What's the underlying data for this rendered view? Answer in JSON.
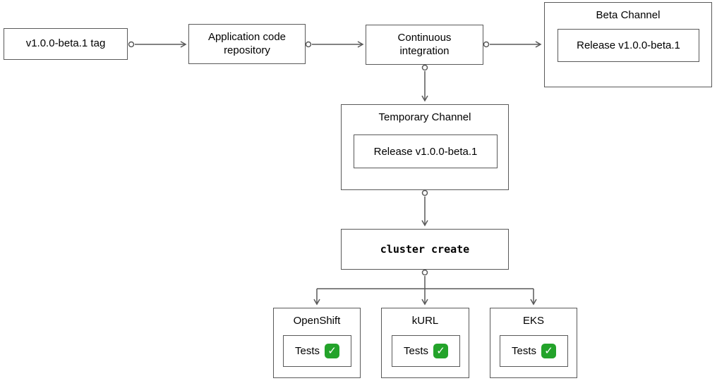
{
  "diagram": {
    "nodes": {
      "tag": {
        "label": "v1.0.0-beta.1 tag"
      },
      "repo": {
        "label": "Application code repository"
      },
      "ci": {
        "label": "Continuous integration"
      },
      "beta_channel": {
        "title": "Beta Channel",
        "release_label": "Release v1.0.0-beta.1"
      },
      "temporary_channel": {
        "title": "Temporary Channel",
        "release_label": "Release v1.0.0-beta.1"
      },
      "cluster_create": {
        "label": "cluster create"
      }
    },
    "test_nodes": [
      {
        "title": "OpenShift",
        "tests_label": "Tests",
        "check_icon": "✓"
      },
      {
        "title": "kURL",
        "tests_label": "Tests",
        "check_icon": "✓"
      },
      {
        "title": "EKS",
        "tests_label": "Tests",
        "check_icon": "✓"
      }
    ],
    "colors": {
      "stroke": "#595959",
      "background": "#ffffff",
      "text": "#000000",
      "check_green": "#23a32a",
      "check_mark": "#ffffff"
    }
  }
}
